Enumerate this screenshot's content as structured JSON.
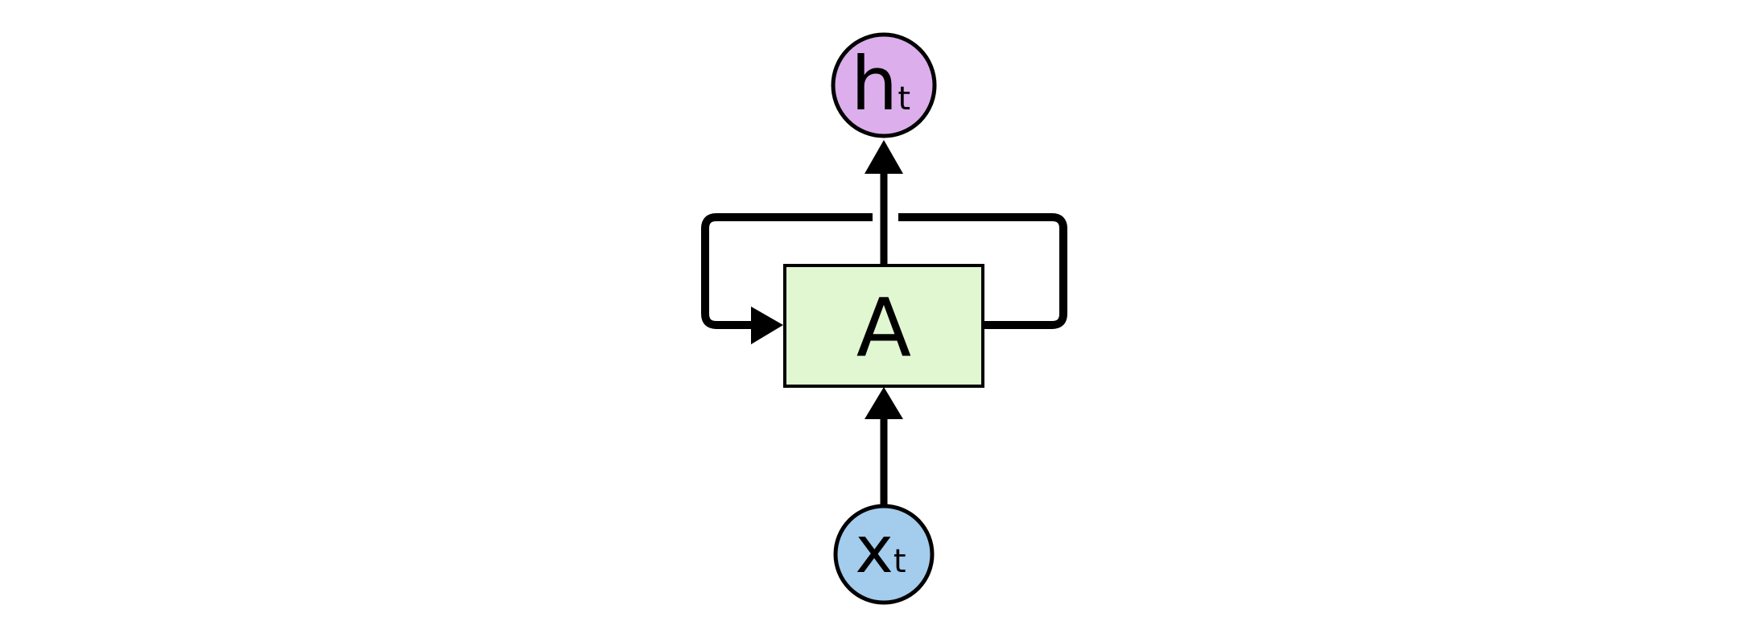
{
  "diagram": {
    "cell": {
      "label": "A",
      "fill": "#e0f7d2"
    },
    "output": {
      "main": "h",
      "sub": "t",
      "fill": "#dcaeec"
    },
    "input": {
      "main": "x",
      "sub": "t",
      "fill": "#a3cced"
    },
    "stroke": "#000000"
  }
}
